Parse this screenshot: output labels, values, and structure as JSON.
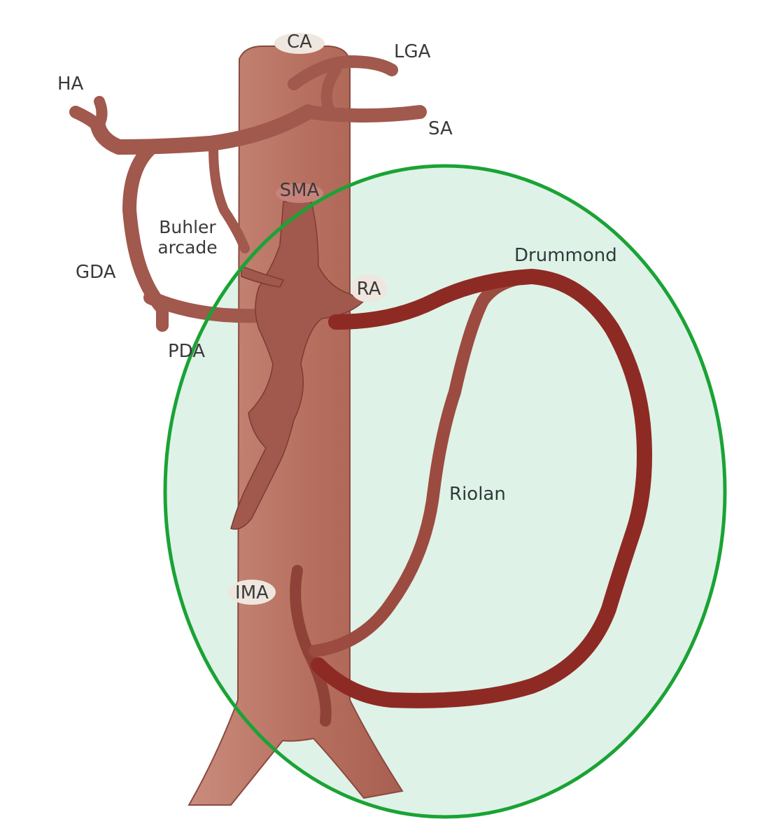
{
  "colors": {
    "aorta": "#b66a5c",
    "vessel": "#a1584d",
    "vessel_edge": "#6e2f2a",
    "drummond": "#8e2a24",
    "circle_stroke": "#1aa335",
    "circle_fill": "#dff2e7",
    "label_bg": "#efe6df"
  },
  "labels": {
    "ca": "CA",
    "lga": "LGA",
    "ha": "HA",
    "sa": "SA",
    "sma": "SMA",
    "buhler_line1": "Buhler",
    "buhler_line2": "arcade",
    "gda": "GDA",
    "ra": "RA",
    "pda": "PDA",
    "drummond": "Drummond",
    "riolan": "Riolan",
    "ima": "IMA"
  }
}
